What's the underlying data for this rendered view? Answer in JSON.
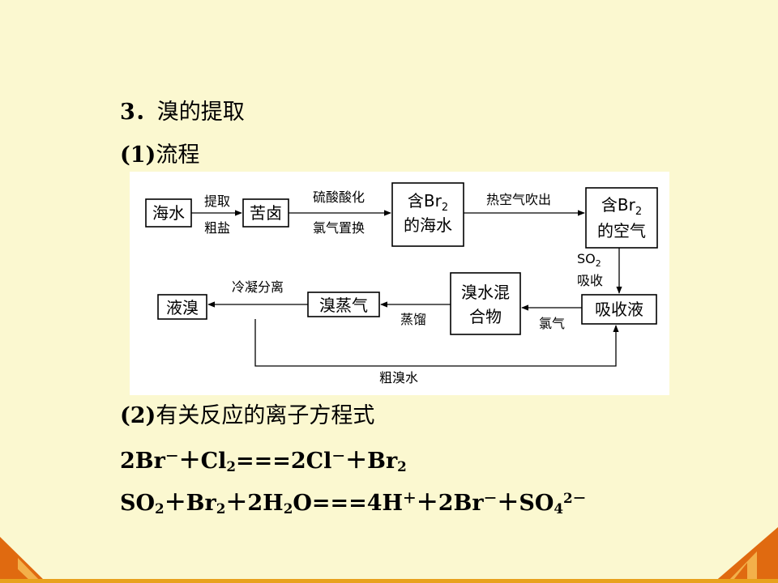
{
  "heading": {
    "number": "3",
    "title": "溴的提取"
  },
  "section1": {
    "marker": "(1)",
    "title": "流程"
  },
  "flow": {
    "boxes": {
      "seawater": "海水",
      "brine": "苦卤",
      "br2_seawater_pre": "含Br",
      "br2_seawater_sub": "2",
      "br2_seawater_line2": "的海水",
      "br2_air_pre": "含Br",
      "br2_air_sub": "2",
      "br2_air_line2": "的空气",
      "absorb_liquid": "吸收液",
      "mixture_line1": "溴水混",
      "mixture_line2": "合物",
      "bromine_vapor": "溴蒸气",
      "liquid_bromine": "液溴"
    },
    "labels": {
      "extract": "提取",
      "crude_salt": "粗盐",
      "acidify": "硫酸酸化",
      "chlorine_replace": "氯气置换",
      "hot_air": "热空气吹出",
      "so2": "SO",
      "so2_sub": "2",
      "absorb": "吸收",
      "chlorine": "氯气",
      "distill": "蒸馏",
      "condense": "冷凝分离",
      "crude_bromine_water": "粗溴水"
    }
  },
  "section2": {
    "marker": "(2)",
    "title": "有关反应的离子方程式"
  },
  "equations": {
    "eq1": {
      "t1": "2Br",
      "s1": "－",
      "t2": "＋Cl",
      "b1": "2",
      "t3": "===2Cl",
      "s2": "－",
      "t4": "＋Br",
      "b2": "2"
    },
    "eq2": {
      "t1": "SO",
      "b1": "2",
      "t2": "＋Br",
      "b2": "2",
      "t3": "＋2H",
      "b3": "2",
      "t4": "O===4H",
      "s1": "＋",
      "t5": "＋2Br",
      "s2": "－",
      "t6": "＋SO",
      "b4": "4",
      "s3": "2－"
    }
  },
  "colors": {
    "background": "#FBF8D0",
    "footer_bar": "#E8A21E",
    "triangle_dark": "#E06A10",
    "triangle_light": "#F0A040"
  }
}
